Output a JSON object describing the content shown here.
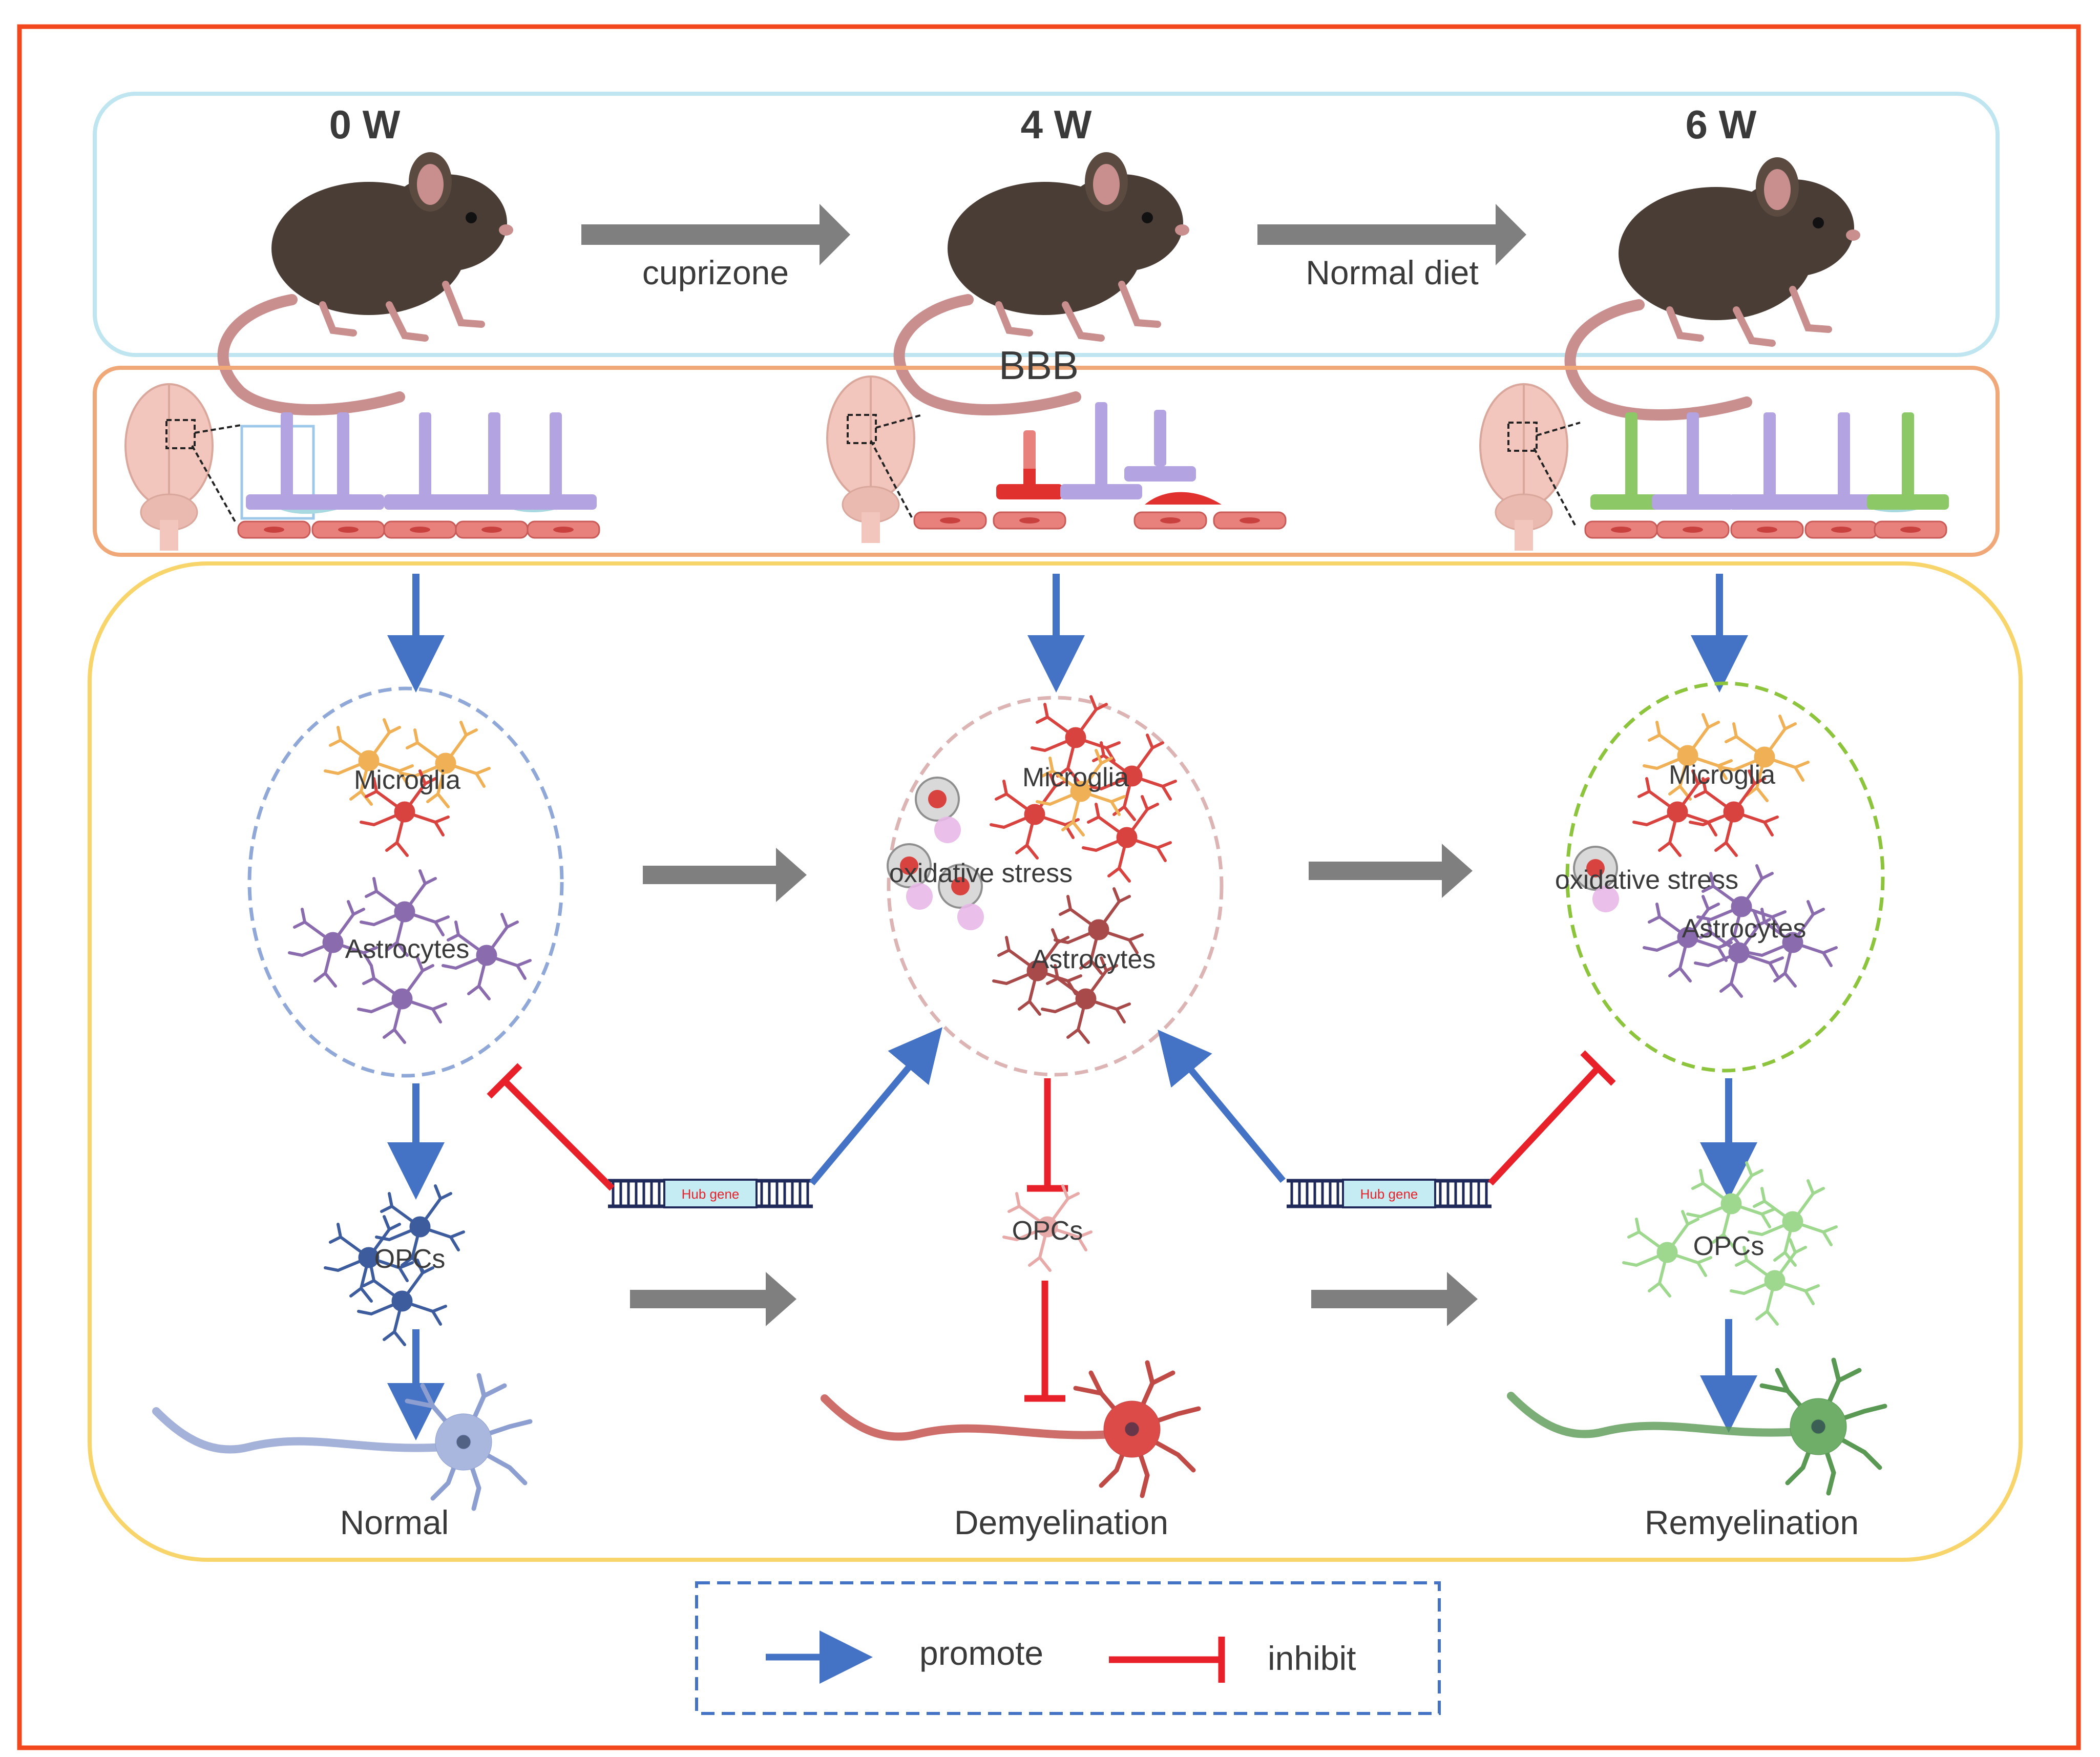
{
  "timepoints": [
    "0 W",
    "4 W",
    "6 W"
  ],
  "treatments": [
    "cuprizone",
    "Normal diet"
  ],
  "bbb_label": "BBB",
  "columns": [
    {
      "microglia": "Microglia",
      "astrocytes": "Astrocytes",
      "opcs": "OPCs",
      "outcome": "Normal"
    },
    {
      "microglia": "Microglia",
      "oxidative": "oxidative stress",
      "astrocytes": "Astrocytes",
      "opcs": "OPCs",
      "outcome": "Demyelination"
    },
    {
      "microglia": "Microglia",
      "oxidative": "oxidative stress",
      "astrocytes": "Astrocytes",
      "opcs": "OPCs",
      "outcome": "Remyelination"
    }
  ],
  "hub_gene_label": "Hub gene",
  "legend": {
    "promote": "promote",
    "inhibit": "inhibit"
  },
  "colors": {
    "promote": "#4472c4",
    "inhibit": "#e8202a",
    "transition": "#7f7f7f",
    "frame": "#f2471c",
    "mouse_panel": "#bfe6f0",
    "bbb_panel": "#f0a878",
    "cell_panel": "#f7d56a",
    "normal_circle": "#8fa8d8",
    "demyel_circle": "#dcb4b4",
    "remyel_circle": "#8cc43c",
    "microglia_active": "#d8433f",
    "microglia_rest": "#f0b055",
    "astro_normal": "#8a6cae",
    "astro_reactive": "#a84a4a",
    "opc_normal": "#3d5c9e",
    "opc_damaged": "#e8aaa8",
    "opc_recover": "#9ed88e"
  }
}
